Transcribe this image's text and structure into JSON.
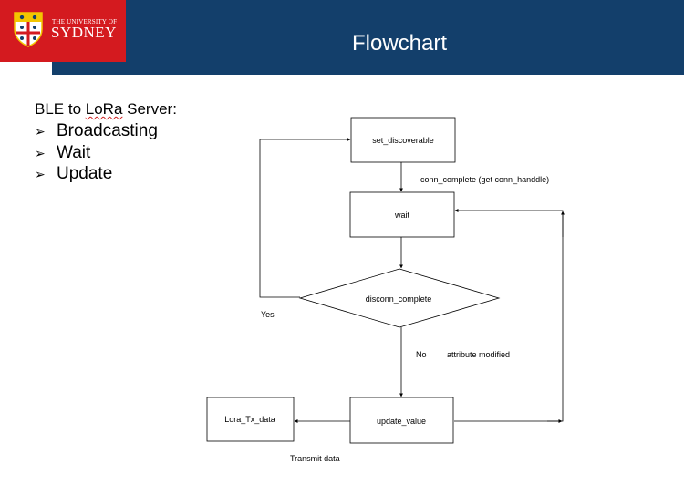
{
  "header": {
    "university_line1": "THE UNIVERSITY OF",
    "university_line2": "SYDNEY",
    "title": "Flowchart"
  },
  "content": {
    "heading": {
      "prefix": "BLE to ",
      "underlined": "LoRa",
      "suffix": " Server:"
    },
    "bullets": [
      "Broadcasting",
      "Wait",
      "Update"
    ]
  },
  "flowchart": {
    "nodes": {
      "set_discoverable": "set_discoverable",
      "wait": "wait",
      "disconn_complete": "disconn_complete",
      "update_value": "update_value",
      "lora_tx": "Lora_Tx_data"
    },
    "edge_labels": {
      "conn_complete": "conn_complete (get conn_handdle)",
      "yes": "Yes",
      "no": "No",
      "attribute_modified": "attribute modified",
      "transmit": "Transmit data"
    }
  },
  "colors": {
    "title_bar": "#133f6b",
    "logo_red": "#d41a1f"
  }
}
